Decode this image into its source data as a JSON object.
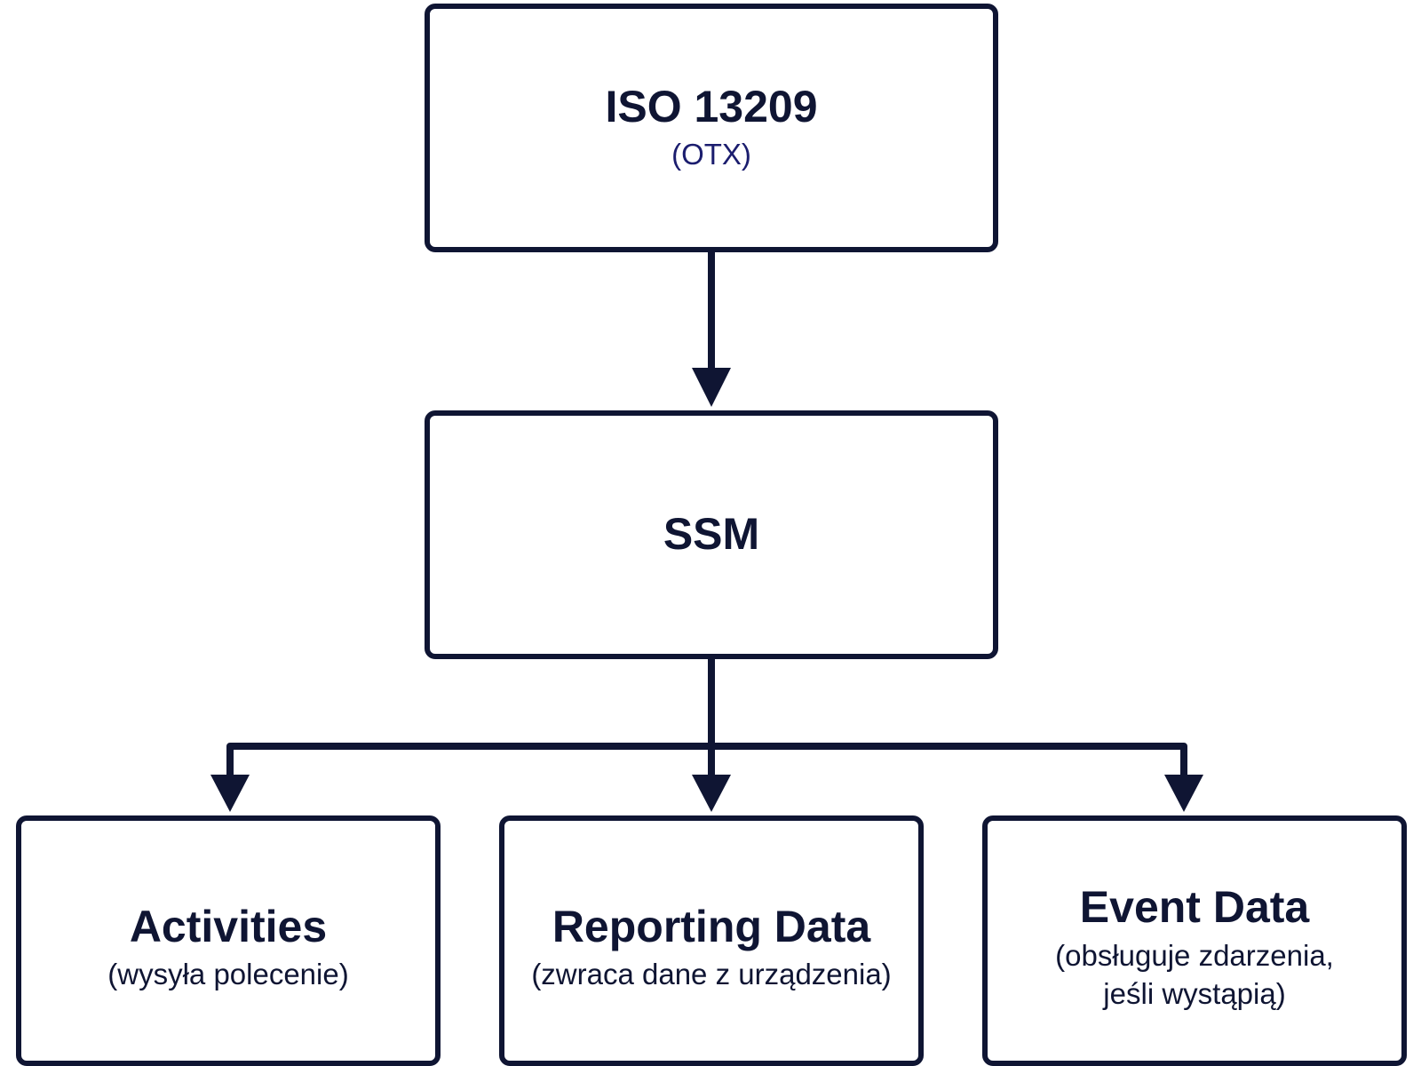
{
  "colors": {
    "stroke": "#0f1533",
    "text": "#0f1533",
    "accent_text": "#1b1d6e",
    "background": "#ffffff"
  },
  "nodes": {
    "iso": {
      "title": "ISO 13209",
      "subtitle": "(OTX)"
    },
    "ssm": {
      "title": "SSM"
    },
    "activities": {
      "title": "Activities",
      "subtitle": "(wysyła polecenie)"
    },
    "reporting": {
      "title": "Reporting Data",
      "subtitle": "(zwraca dane z urządzenia)"
    },
    "event": {
      "title": "Event Data",
      "subtitle_line1": "(obsługuje zdarzenia,",
      "subtitle_line2": "jeśli wystąpią)"
    }
  },
  "edges": [
    {
      "from": "iso",
      "to": "ssm"
    },
    {
      "from": "ssm",
      "to": "activities"
    },
    {
      "from": "ssm",
      "to": "reporting"
    },
    {
      "from": "ssm",
      "to": "event"
    }
  ]
}
